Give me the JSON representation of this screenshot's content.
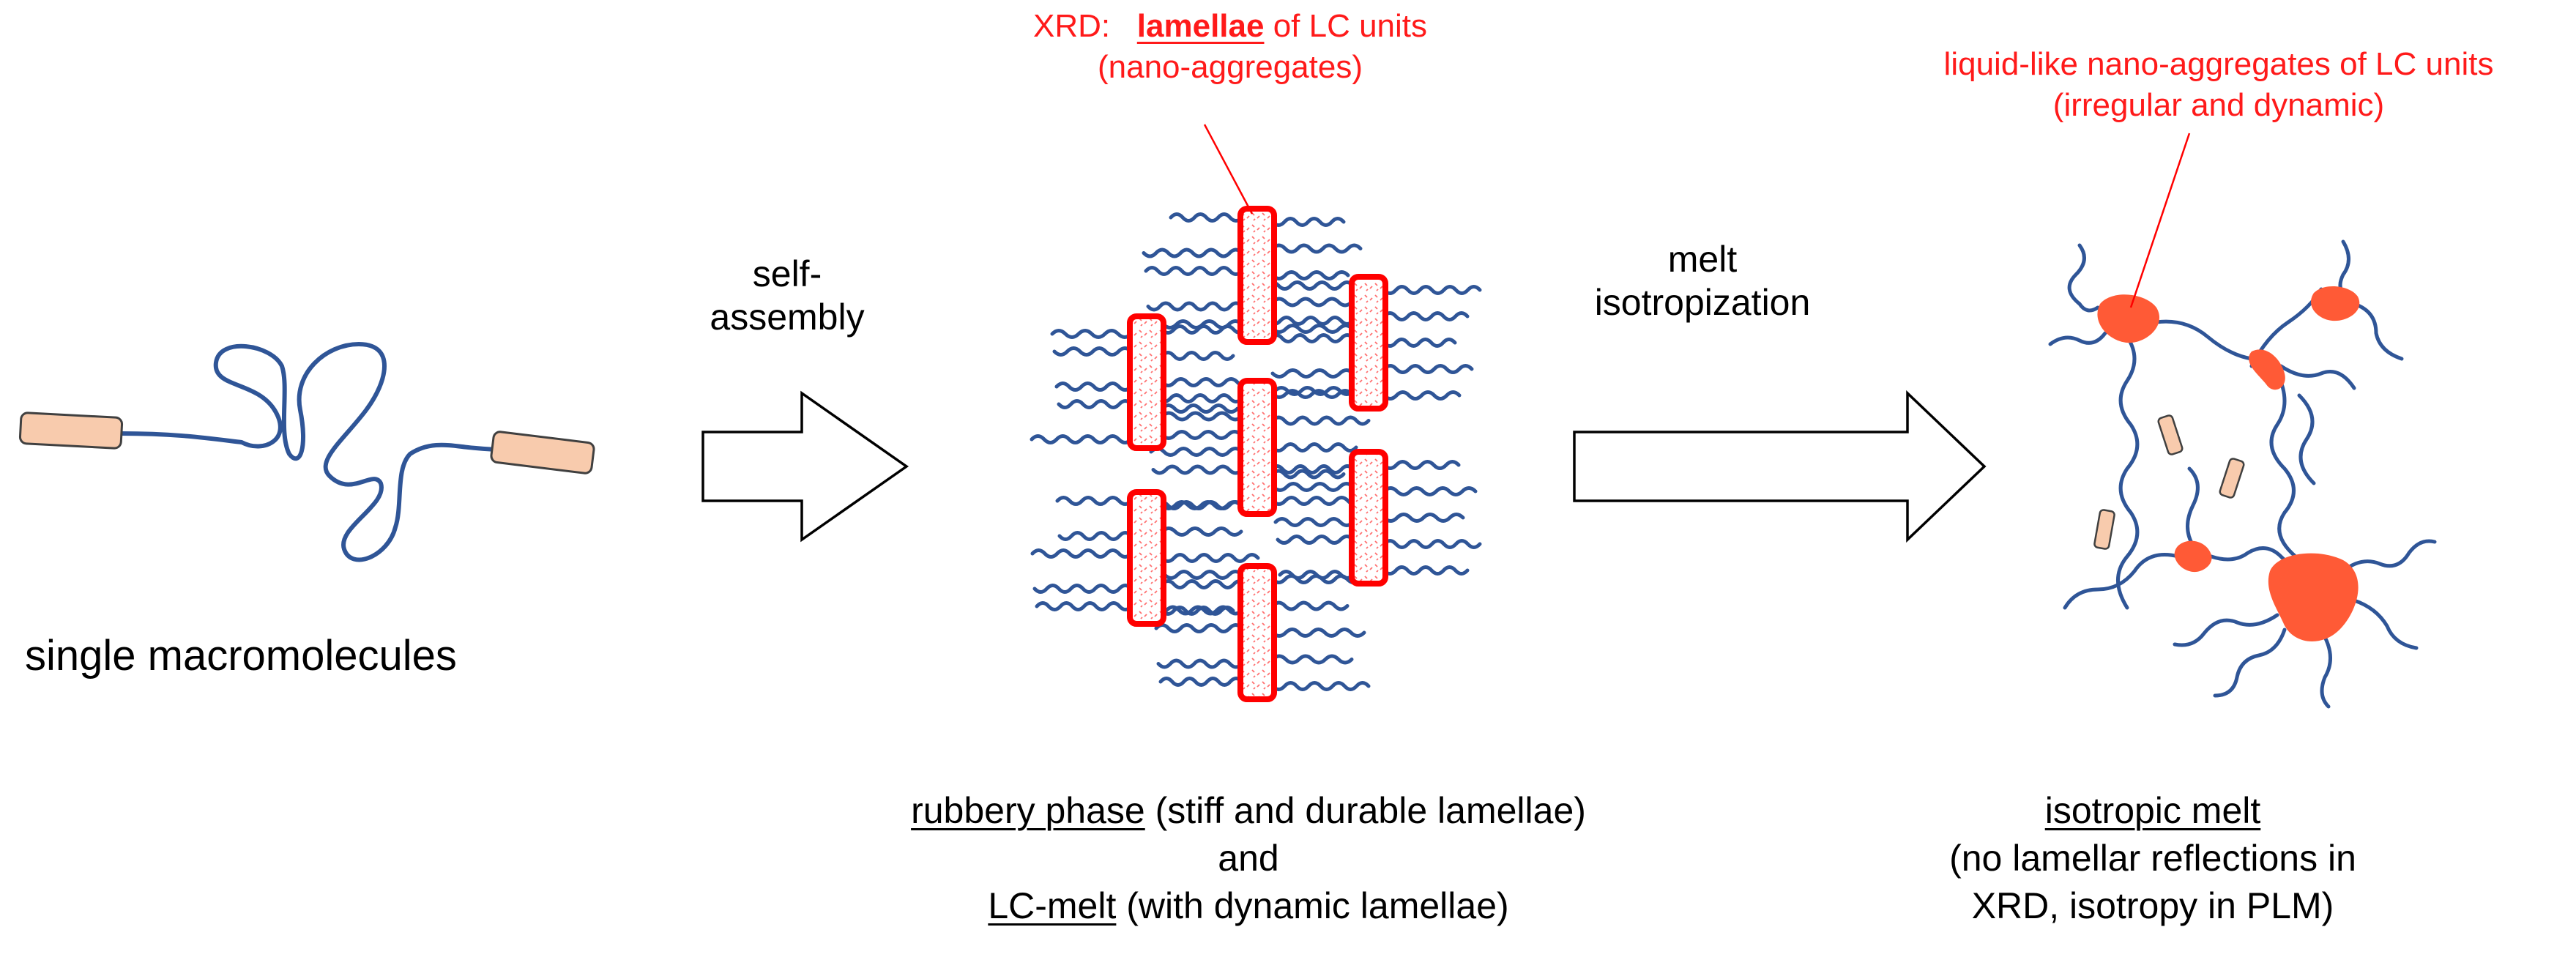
{
  "colors": {
    "polymer_chain": "#2f5597",
    "lc_unit_fill": "#f8cbad",
    "lc_unit_stroke": "#404040",
    "lamella_stroke": "#ff0000",
    "lamella_pattern": "#ff7070",
    "aggregate": "#ff5a36",
    "annotation_text": "#ff1a1a",
    "text": "#000000",
    "arrow_stroke": "#000000"
  },
  "labels": {
    "single": "single macromolecules",
    "self_assembly_1": "self-",
    "self_assembly_2": "assembly",
    "melt_1": "melt",
    "melt_2": "isotropization",
    "xrd_prefix": "XRD:",
    "xrd_bold": "lamellae",
    "xrd_suffix": " of LC units",
    "xrd_line2": "(nano-aggregates)",
    "liquid_line1": "liquid-like nano-aggregates of LC units",
    "liquid_line2": "(irregular and dynamic)",
    "rubbery_u": "rubbery phase",
    "rubbery_rest": " (stiff and durable lamellae)",
    "and": "and",
    "lcmelt_u": "LC-melt",
    "lcmelt_rest": " (with dynamic lamellae)",
    "iso_u": "isotropic melt",
    "iso_line2": "(no lamellar reflections in",
    "iso_line3": "XRD, isotropy in PLM)"
  },
  "icons": [
    "wavy-polymer-chain",
    "lc-unit-rod",
    "lamella-rectangle",
    "nano-aggregate-blob",
    "hollow-right-arrow"
  ]
}
